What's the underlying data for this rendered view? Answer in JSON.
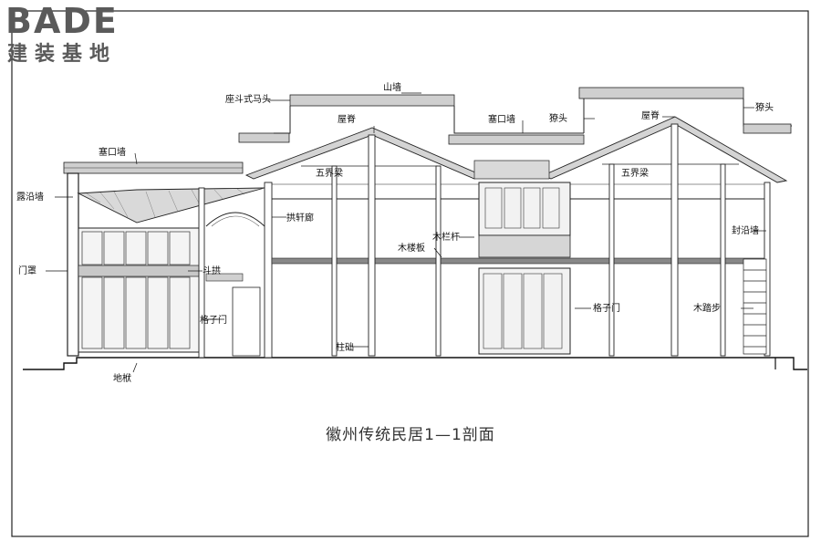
{
  "logo": {
    "brand": "BADE",
    "subtitle": "建装基地"
  },
  "caption": "徽州传统民居1—1剖面",
  "labels": {
    "shan_qiang": "山墙",
    "zuo_dou_ma_tou": "座斗式马头",
    "sai_kou_qiang_left": "塞口墙",
    "sai_kou_qiang_center": "塞口墙",
    "wu_ji_left": "屋脊",
    "wu_ji_right": "屋脊",
    "shou_tou_center": "獠头",
    "shou_tou_right": "獠头",
    "wu_jie_liang_left": "五界梁",
    "wu_jie_liang_right": "五界梁",
    "lu_yan_qiang": "露沿墙",
    "juan_xuan_lang": "拱轩廊",
    "mu_lan_gan": "木栏杆",
    "mu_lou_ban": "木楼板",
    "feng_yan_qiang": "封沿墙",
    "men_zhao": "门罩",
    "dou_gong": "斗拱",
    "ge_zi_men_left": "格子门",
    "ge_zi_men_right": "格子门",
    "mu_ti_bu": "木踏步",
    "zhu_chu": "柱础",
    "di_fu": "地栿"
  }
}
